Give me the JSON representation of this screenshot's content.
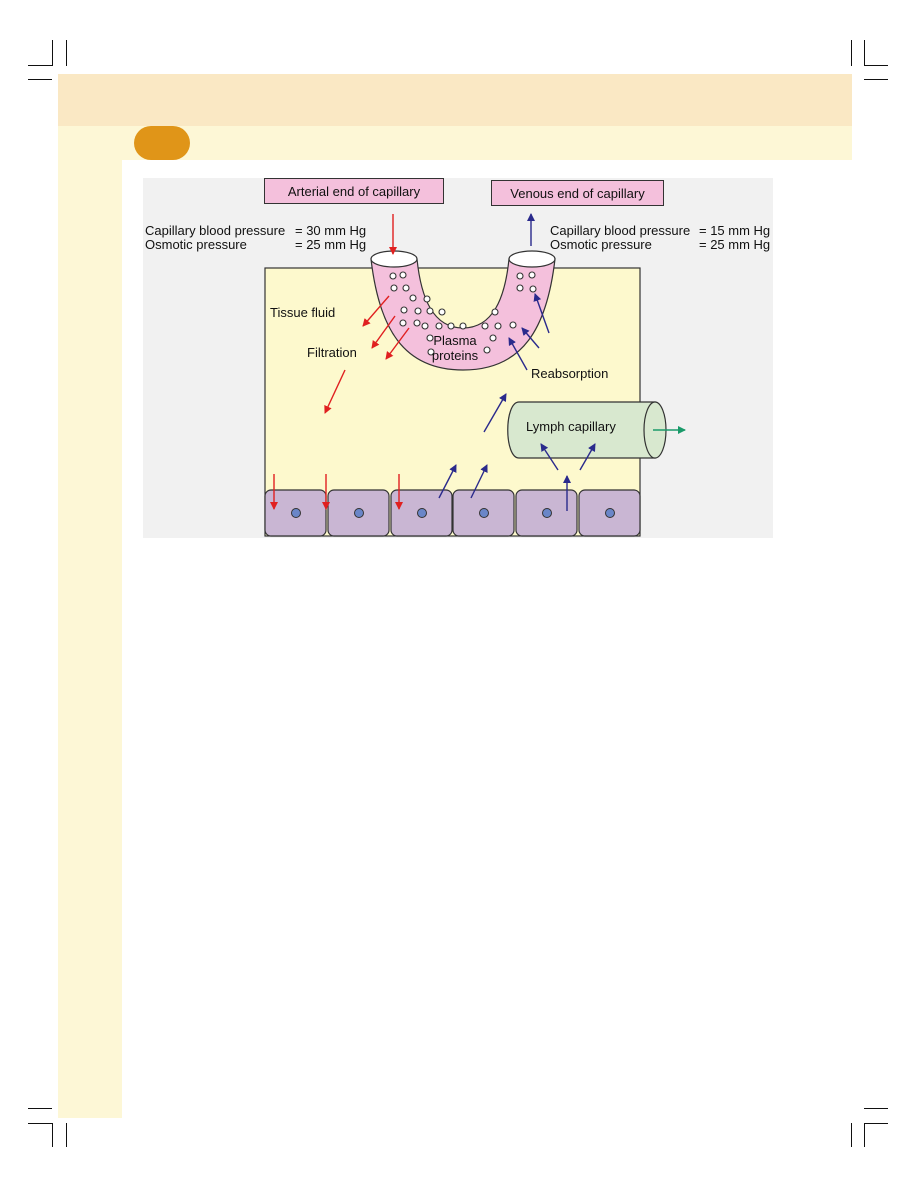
{
  "diagram": {
    "arterial_end_label": "Arterial end of capillary",
    "venous_end_label": "Venous end of capillary",
    "arterial_pressures": {
      "capillary_label": "Capillary blood pressure",
      "capillary_value": "= 30 mm Hg",
      "osmotic_label": "Osmotic pressure",
      "osmotic_value": "= 25 mm Hg"
    },
    "venous_pressures": {
      "capillary_label": "Capillary blood pressure",
      "capillary_value": "= 15 mm Hg",
      "osmotic_label": "Osmotic pressure",
      "osmotic_value": "= 25 mm Hg"
    },
    "tissue_fluid_label": "Tissue fluid",
    "filtration_label": "Filtration",
    "plasma_line1": "Plasma",
    "plasma_line2": "proteins",
    "reabsorption_label": "Reabsorption",
    "lymph_capillary_label": "Lymph capillary",
    "colors": {
      "tissue_fluid": "#fdf9cd",
      "capillary": "#f4c0dc",
      "lymph": "#d8e8cf",
      "cells": "#c9b6d3",
      "nucleus": "#6a86c8",
      "filtration_arrow": "#e02020",
      "reabsorption_arrow": "#2a2a8c",
      "lymph_flow_arrow": "#1a9a6a",
      "header_band": "#fae8c4",
      "sidebar": "#fdf7d6",
      "badge": "#e09518"
    }
  }
}
